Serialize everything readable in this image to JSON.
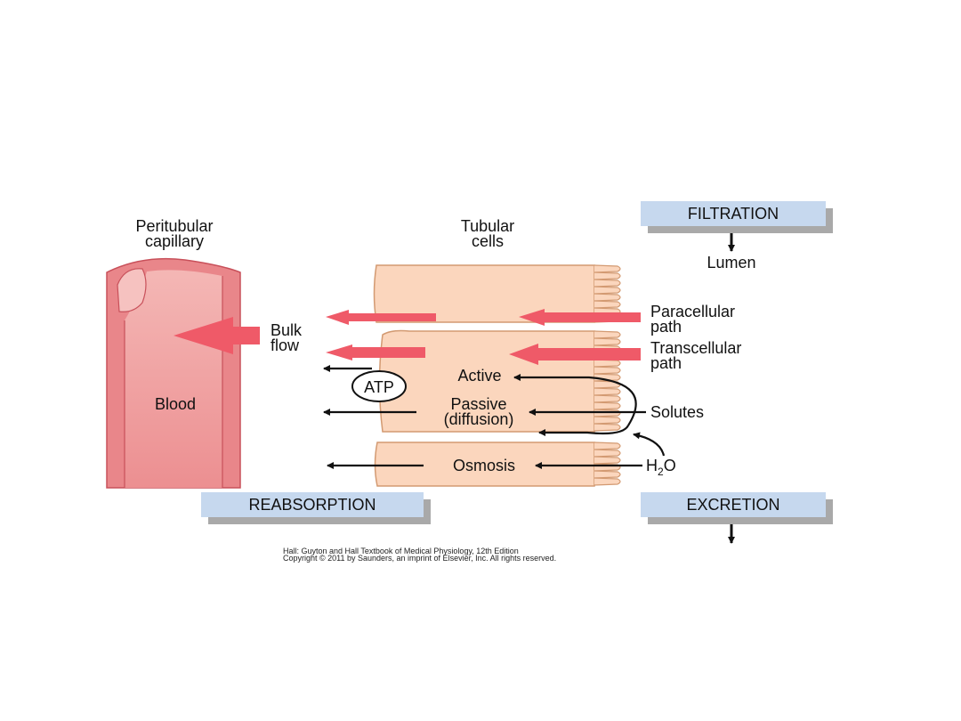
{
  "labels": {
    "capillary_line1": "Peritubular",
    "capillary_line2": "capillary",
    "cells_line1": "Tubular",
    "cells_line2": "cells",
    "filtration": "FILTRATION",
    "lumen": "Lumen",
    "paracellular_line1": "Paracellular",
    "paracellular_line2": "path",
    "transcellular_line1": "Transcellular",
    "transcellular_line2": "path",
    "bulk_line1": "Bulk",
    "bulk_line2": "flow",
    "blood": "Blood",
    "active": "Active",
    "atp": "ATP",
    "passive_line1": "Passive",
    "passive_line2": "(diffusion)",
    "solutes": "Solutes",
    "osmosis": "Osmosis",
    "h2o_h": "H",
    "h2o_sub": "2",
    "h2o_o": "O",
    "reabsorption": "REABSORPTION",
    "excretion": "EXCRETION"
  },
  "credit": {
    "line1": "Hall: Guyton and Hall Textbook of Medical Physiology, 12th Edition",
    "line2": "Copyright © 2011 by Saunders, an imprint of Elsevier, Inc. All rights reserved."
  },
  "colors": {
    "box_fill": "#c6d8ee",
    "box_shadow": "#a9a9a9",
    "cell_fill": "#fbd6bd",
    "cell_stroke": "#d39a72",
    "vessel_wall": "#e9868a",
    "vessel_lumen": "#f2b3b1",
    "red_arrow": "#ef5a68",
    "black_arrow": "#111111"
  }
}
